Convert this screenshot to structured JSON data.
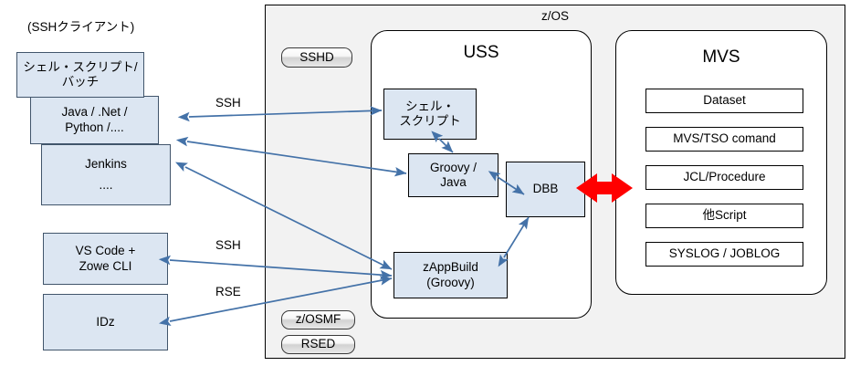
{
  "diagram": {
    "title_visible": false,
    "colors": {
      "client_box_fill": "#dce6f2",
      "client_box_border": "#41556b",
      "zos_frame_fill": "#f2f2f2",
      "zos_frame_border": "#000000",
      "blue_box_fill": "#dce6f2",
      "blue_box_border": "#000000",
      "arrow_blue": "#4472a8",
      "arrow_red": "#ff0000",
      "container_fill": "#ffffff"
    }
  },
  "client_side": {
    "heading": "(SSHクライアント)",
    "boxes": [
      {
        "id": "shell-batch",
        "line1": "シェル・スクリプト/",
        "line2": "バッチ"
      },
      {
        "id": "java-net-python",
        "line1": "Java / .Net /",
        "line2": "Python /...."
      },
      {
        "id": "jenkins",
        "line1": "Jenkins",
        "line2": "...."
      },
      {
        "id": "vscode-zowe",
        "line1": "VS Code +",
        "line2": "Zowe CLI"
      },
      {
        "id": "idz",
        "line1": "IDz",
        "line2": ""
      }
    ]
  },
  "zos": {
    "title": "z/OS",
    "daemons": [
      {
        "id": "sshd",
        "label": "SSHD"
      },
      {
        "id": "zosmf",
        "label": "z/OSMF"
      },
      {
        "id": "rsed",
        "label": "RSED"
      }
    ],
    "uss": {
      "title": "USS",
      "boxes": [
        {
          "id": "uss-shell-script",
          "line1": "シェル・",
          "line2": "スクリプト"
        },
        {
          "id": "uss-groovy-java",
          "line1": "Groovy /",
          "line2": "Java"
        },
        {
          "id": "uss-dbb",
          "line1": "DBB",
          "line2": ""
        },
        {
          "id": "uss-zappbuild",
          "line1": "zAppBuild",
          "line2": "(Groovy)"
        }
      ]
    },
    "mvs": {
      "title": "MVS",
      "rows": [
        {
          "id": "mvs-dataset",
          "label": "Dataset"
        },
        {
          "id": "mvs-tso-command",
          "label": "MVS/TSO comand"
        },
        {
          "id": "mvs-jcl-procedure",
          "label": "JCL/Procedure"
        },
        {
          "id": "mvs-other-script",
          "label": "他Script"
        },
        {
          "id": "mvs-syslog-joblog",
          "label": "SYSLOG / JOBLOG"
        }
      ]
    }
  },
  "connection_labels": [
    {
      "id": "ssh-top",
      "label": "SSH"
    },
    {
      "id": "ssh-bottom",
      "label": "SSH"
    },
    {
      "id": "rse",
      "label": "RSE"
    }
  ]
}
